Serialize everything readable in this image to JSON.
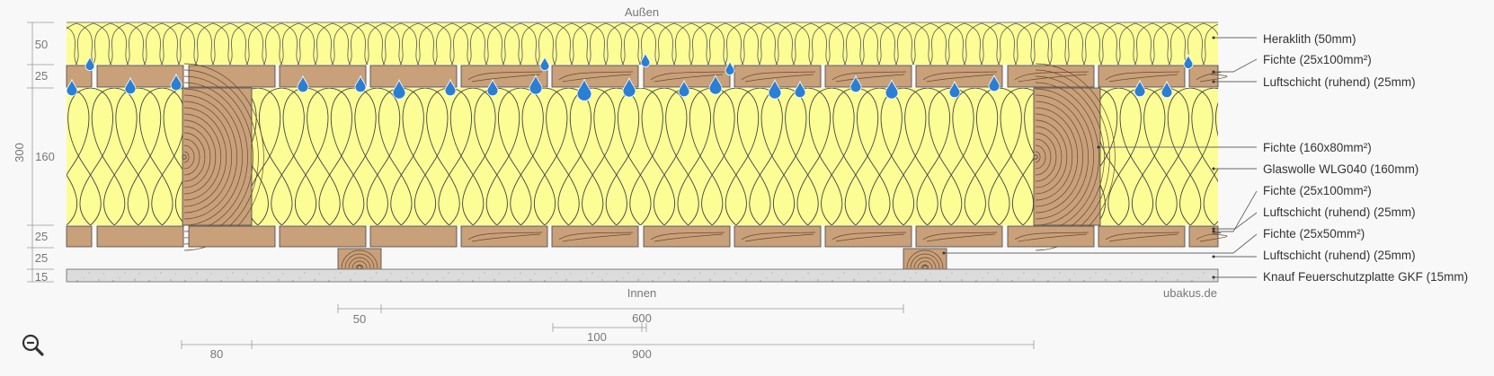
{
  "header": {
    "outside": "Außen",
    "inside": "Innen",
    "watermark": "ubakus.de"
  },
  "thickness": {
    "total": "300",
    "layers": [
      "50",
      "25",
      "160",
      "25",
      "25",
      "15"
    ]
  },
  "labels": [
    "Heraklith (50mm)",
    "Fichte (25x100mm²)",
    "Luftschicht (ruhend) (25mm)",
    "Fichte (160x80mm²)",
    "Glaswolle WLG040 (160mm)",
    "Fichte (25x100mm²)",
    "Luftschicht (ruhend) (25mm)",
    "Fichte (25x50mm²)",
    "Luftschicht (ruhend) (25mm)",
    "Knauf Feuerschutzplatte GKF (15mm)"
  ],
  "dimensions": {
    "top_row": [
      "50",
      "600",
      "100"
    ],
    "bottom_row": [
      "80",
      "900"
    ]
  },
  "colors": {
    "insulation": "#fdfd96",
    "wood": "#c8a07a",
    "drop": "#2a7fd4",
    "gypsum": "#dcdcdc"
  },
  "icons": {
    "zoom_out": "zoom-out-icon"
  }
}
